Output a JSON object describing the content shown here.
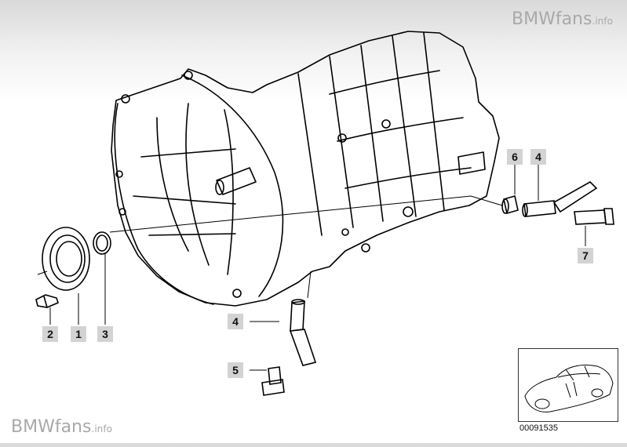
{
  "watermark": {
    "brand": "BMWfans",
    "suffix": ".info"
  },
  "diagram_number": "00091535",
  "callouts": {
    "c1": "1",
    "c2": "2",
    "c3": "3",
    "c4a": "4",
    "c4b": "4",
    "c5": "5",
    "c6": "6",
    "c7": "7"
  },
  "colors": {
    "callout_bg": "#d3d3d3",
    "watermark": "#a9a9a9",
    "line": "#000000"
  }
}
